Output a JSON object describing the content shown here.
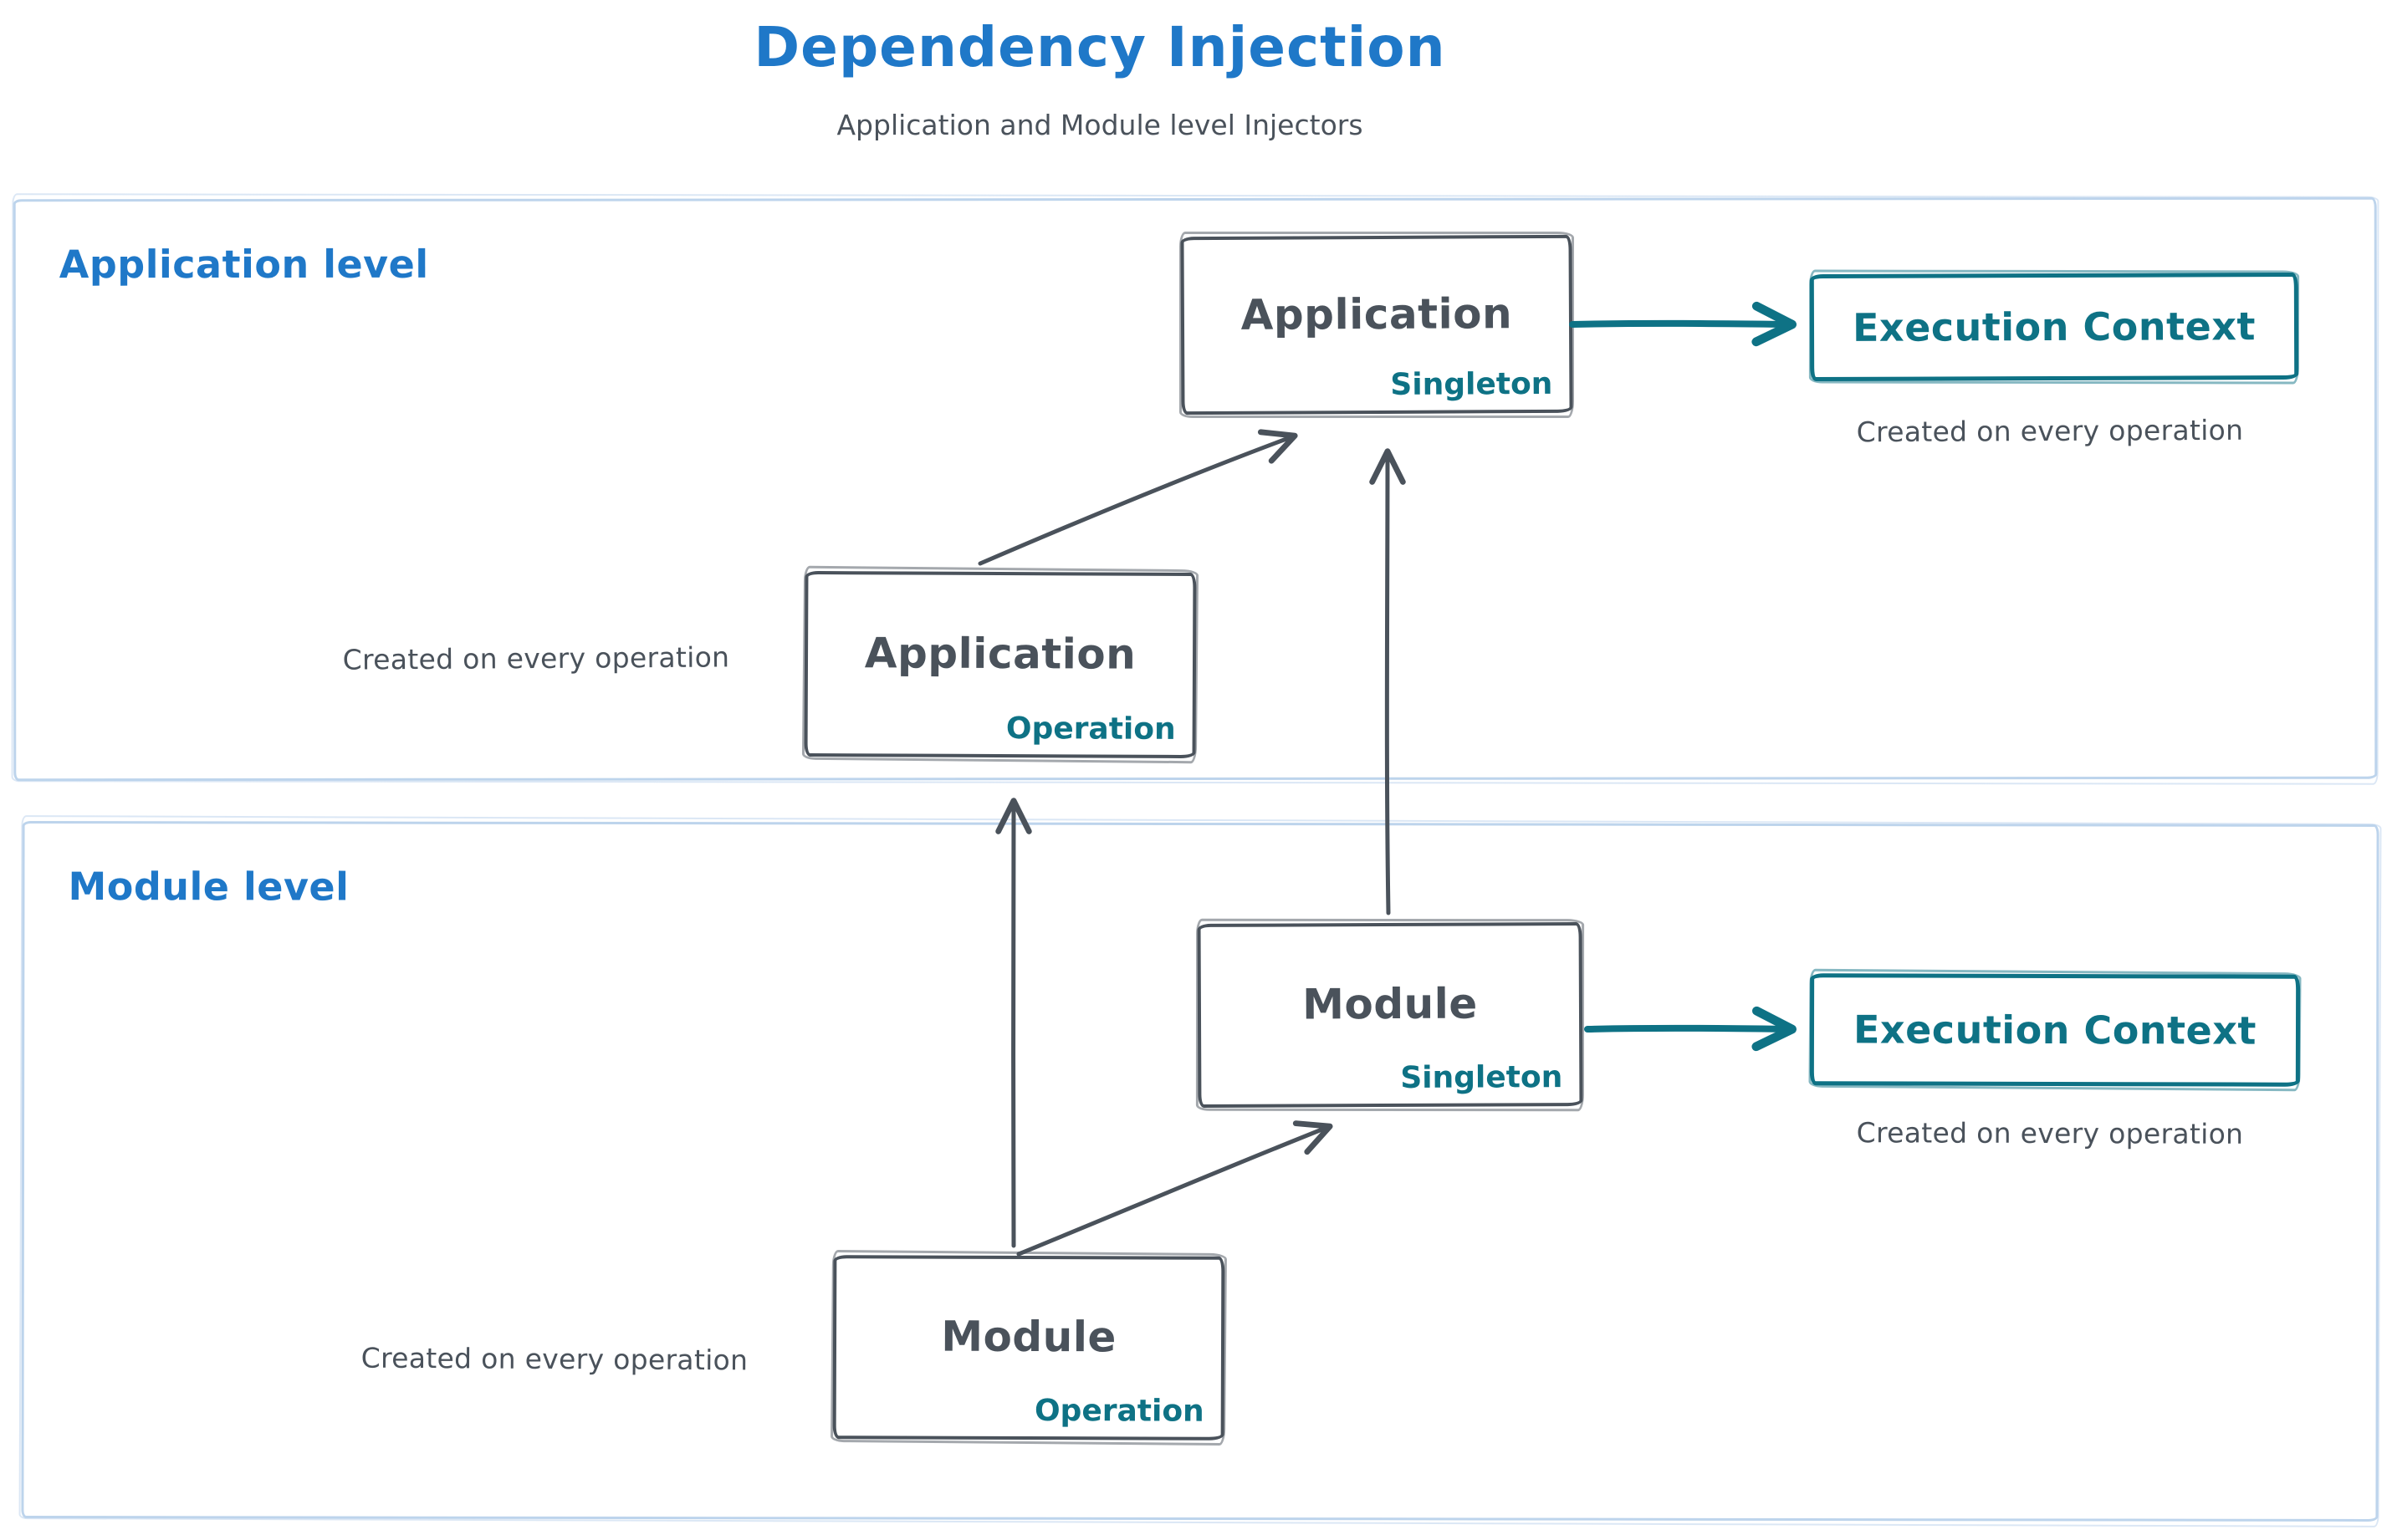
{
  "header": {
    "title": "Dependency Injection",
    "subtitle": "Application and Module level Injectors"
  },
  "colors": {
    "title_blue": "#1f78c8",
    "ink": "#4a525b",
    "teal": "#0e7285",
    "container_frame": "#bdd4ec"
  },
  "app": {
    "label": "Application level",
    "singleton": {
      "title": "Application",
      "tag": "Singleton"
    },
    "operation": {
      "title": "Application",
      "tag": "Operation"
    },
    "execution": {
      "label": "Execution Context"
    },
    "execution_caption": "Created on every operation",
    "operation_caption": "Created on every operation"
  },
  "module": {
    "label": "Module level",
    "singleton": {
      "title": "Module",
      "tag": "Singleton"
    },
    "operation": {
      "title": "Module",
      "tag": "Operation"
    },
    "execution": {
      "label": "Execution Context"
    },
    "execution_caption": "Created on every operation",
    "operation_caption": "Created on every operation"
  }
}
